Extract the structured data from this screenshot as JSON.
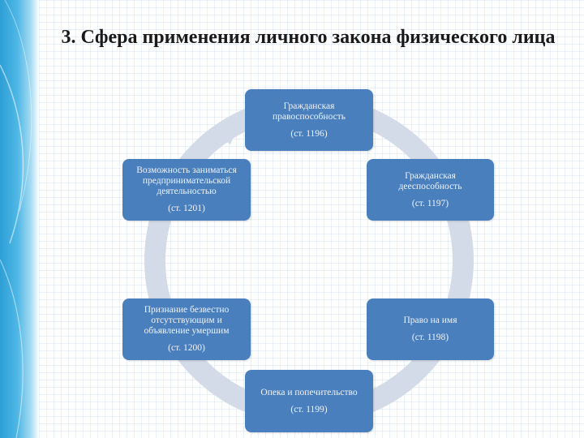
{
  "title": "3. Сфера применения личного закона физического лица",
  "nodes": [
    {
      "text": "Гражданская правоспособность",
      "ref": "(ст. 1196)"
    },
    {
      "text": "Гражданская дееспособность",
      "ref": "(ст. 1197)"
    },
    {
      "text": "Право на имя",
      "ref": "(ст. 1198)"
    },
    {
      "text": "Опека и попечительство",
      "ref": "(ст. 1199)"
    },
    {
      "text": "Признание безвестно отсутствующим и объявление умершим",
      "ref": "(ст. 1200)"
    },
    {
      "text": "Возможность заниматься предпринимательской деятельностью",
      "ref": "(ст. 1201)"
    }
  ],
  "colors": {
    "node": "#4a7fbd",
    "ring": "#d3dbe8",
    "accent": "#2d9fd6"
  }
}
